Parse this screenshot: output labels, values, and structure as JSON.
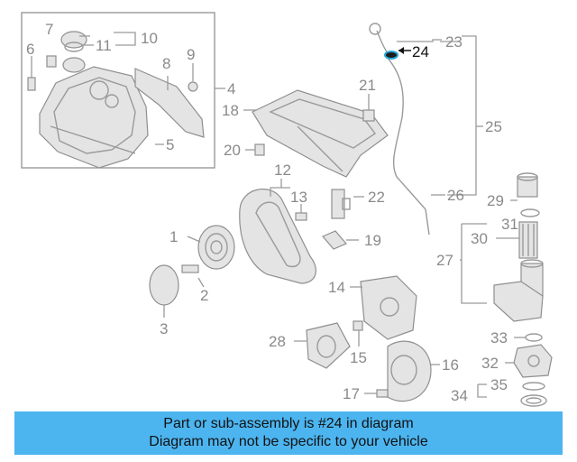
{
  "callouts": {
    "c1": "1",
    "c2": "2",
    "c3": "3",
    "c4": "4",
    "c5": "5",
    "c6": "6",
    "c7": "7",
    "c8": "8",
    "c9": "9",
    "c10": "10",
    "c11": "11",
    "c12": "12",
    "c13": "13",
    "c14": "14",
    "c15": "15",
    "c16": "16",
    "c17": "17",
    "c18": "18",
    "c19": "19",
    "c20": "20",
    "c21": "21",
    "c22": "22",
    "c23": "23",
    "c24": "24",
    "c25": "25",
    "c26": "26",
    "c27": "27",
    "c28": "28",
    "c29": "29",
    "c30": "30",
    "c31": "31",
    "c32": "32",
    "c33": "33",
    "c34": "34",
    "c35": "35"
  },
  "highlight": {
    "part": "24",
    "color": "#111111",
    "accent": "#2aa7d8"
  },
  "footer": {
    "line1": "Part or sub-assembly is #24 in diagram",
    "line2": "Diagram may not be specific to your vehicle",
    "background": "#4cb5f0"
  }
}
